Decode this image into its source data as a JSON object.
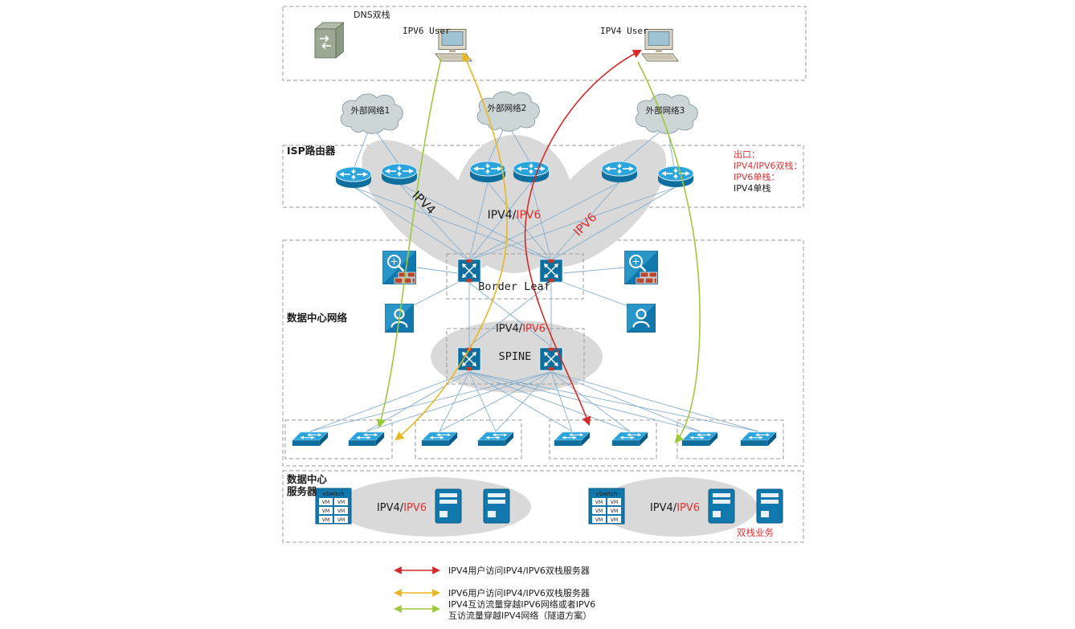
{
  "colors": {
    "flow_red": "#d42a2a",
    "flow_yellow": "#e6b823",
    "flow_green": "#9dc93d",
    "link_blue": "#85aecf",
    "blob_gray": "#d9d9d9",
    "icon_blue": "#1178ad",
    "text_red": "#e03030"
  },
  "top": {
    "dns_label": "DNS双栈",
    "ipv6_user": "IPV6 User",
    "ipv4_user": "IPV4 User"
  },
  "clouds": [
    {
      "label": "外部网络1"
    },
    {
      "label": "外部网络2"
    },
    {
      "label": "外部网络3"
    }
  ],
  "isp": {
    "label": "ISP路由器"
  },
  "egress": {
    "line1": "出口：",
    "line2": "IPV4/IPV6双栈：",
    "line3": "IPV6单栈：",
    "line4": "IPV4单栈"
  },
  "blobs": {
    "left": "IPV4",
    "mid_black": "IPV4/",
    "mid_red": "IPV6",
    "right": "IPV6"
  },
  "dc": {
    "label": "数据中心网络",
    "border_leaf": "Border Leaf",
    "spine_black": "IPV4/",
    "spine_red": "IPV6",
    "spine": "SPINE"
  },
  "servers": {
    "label1": "数据中心",
    "label2": "服务器",
    "g1_black": "IPV4/",
    "g1_red": "IPV6",
    "g2_black": "IPV4/",
    "g2_red": "IPV6",
    "dual": "双栈业务"
  },
  "icons": {
    "vswitch": "vSwitch",
    "vm": "VM"
  },
  "legend": {
    "red": "IPV4用户访问IPV4/IPV6双栈服务器",
    "yellow": "IPV6用户访问IPV4/IPV6双栈服务器",
    "green1": "IPV4互访流量穿越IPV6网络或者IPV6",
    "green2": "互访流量穿越IPV4网络（隧道方案）"
  }
}
